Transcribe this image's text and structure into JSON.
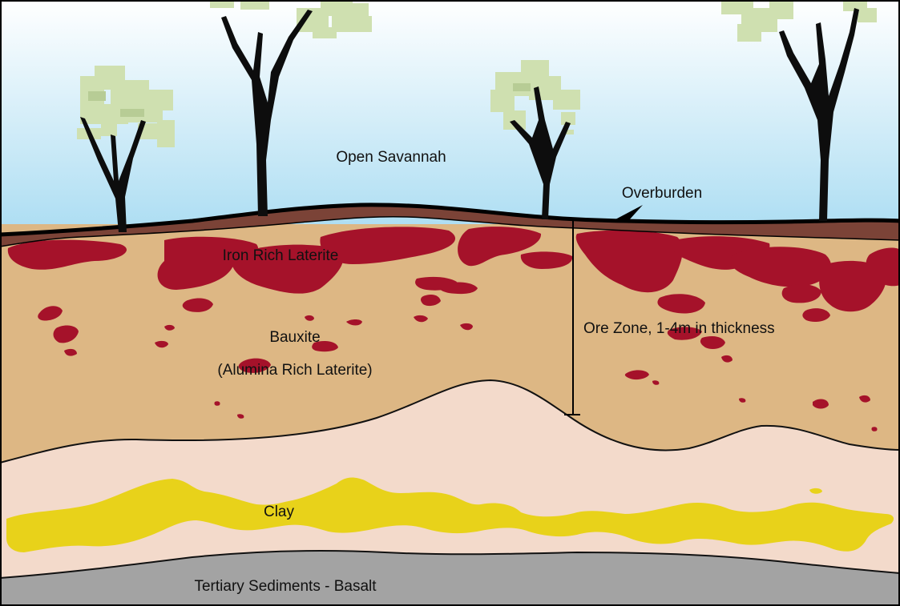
{
  "labels": {
    "sky": "Open Savannah",
    "overburden": "Overburden",
    "iron": "Iron Rich Laterite",
    "ore_zone": "Ore Zone, 1-4m in thickness",
    "bauxite": "Bauxite",
    "bauxite_note": "(Alumina Rich Laterite)",
    "clay": "Clay",
    "basement": "Tertiary Sediments - Basalt"
  },
  "colors": {
    "sky_top": "#ffffff",
    "sky_bottom": "#a9dcf2",
    "overburden": "#7b4337",
    "iron_laterite": "#a5122a",
    "bauxite": "#ddb784",
    "pale_clay": "#f3dacb",
    "clay": "#e8d21a",
    "basalt": "#a3a3a3",
    "foliage": "#cfe0b0",
    "foliage_dark": "#b7cc95",
    "trunk": "#0d0d0d"
  }
}
